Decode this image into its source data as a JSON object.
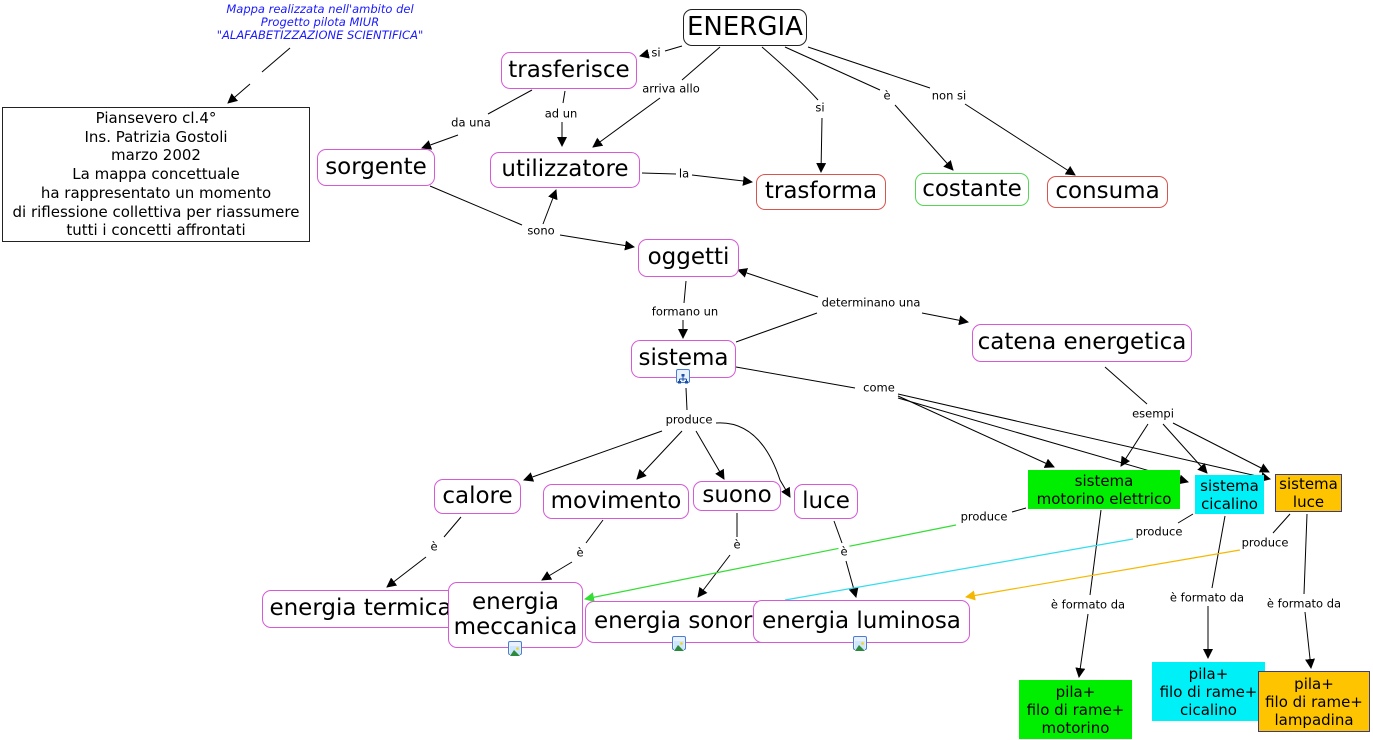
{
  "note": "Mappa realizzata nell'ambito del\nProgetto pilota MIUR\n\"ALAFABETIZZAZIONE SCIENTIFICA\"",
  "info_box": "Piansevero cl.4°\nIns. Patrizia Gostoli\nmarzo 2002\nLa mappa concettuale\nha rappresentato un momento\ndi riflessione collettiva per riassumere\ntutti i concetti affrontati",
  "colors": {
    "concept_border": "#d65ad6",
    "root_border": "#222222",
    "red_border": "#d9534f",
    "green_border": "#55d655",
    "motorino_fill": "#00ee00",
    "cicalino_fill": "#00f0f8",
    "luce_fill": "#ffc400",
    "link_green": "#33dd33",
    "link_cyan": "#33ddee",
    "link_orange": "#f5b800",
    "note_text": "#1a1aff"
  },
  "concepts": {
    "energia": "ENERGIA",
    "trasferisce": "trasferisce",
    "sorgente": "sorgente",
    "utilizzatore": "utilizzatore",
    "trasforma": "trasforma",
    "costante": "costante",
    "consuma": "consuma",
    "oggetti": "oggetti",
    "sistema": "sistema",
    "catena": "catena energetica",
    "calore": "calore",
    "movimento": "movimento",
    "suono": "suono",
    "luce": "luce",
    "e_termica": "energia termica",
    "e_meccanica": "energia\nmeccanica",
    "e_sonora": "energia sonora",
    "e_luminosa": "energia luminosa",
    "sis_motorino": "sistema\nmotorino elettrico",
    "sis_cicalino": "sistema\ncicalino",
    "sis_luce": "sistema\nluce",
    "pila_motorino": "pila+\nfilo di rame+\nmotorino",
    "pila_cicalino": "pila+\nfilo di rame+\ncicalino",
    "pila_lampadina": "pila+\nfilo di rame+\nlampadina"
  },
  "link_labels": {
    "si_1": "si",
    "arriva_allo": "arriva allo",
    "si_2": "si",
    "e_1": "è",
    "non_si": "non si",
    "da_una": "da una",
    "ad_un": "ad un",
    "la": "la",
    "sono": "sono",
    "formano_un": "formano un",
    "determinano_una": "determinano una",
    "come": "come",
    "esempi": "esempi",
    "produce_1": "produce",
    "e_calore": "è",
    "e_movimento": "è",
    "e_suono": "è",
    "e_luce": "è",
    "produce_motorino": "produce",
    "produce_cicalino": "produce",
    "produce_luce": "produce",
    "formato_1": "è formato da",
    "formato_2": "è formato da",
    "formato_3": "è formato da"
  },
  "resource_icons": {
    "sistema": "submap-icon",
    "e_meccanica": "image-icon",
    "e_sonora": "image-icon",
    "e_luminosa": "image-icon"
  }
}
